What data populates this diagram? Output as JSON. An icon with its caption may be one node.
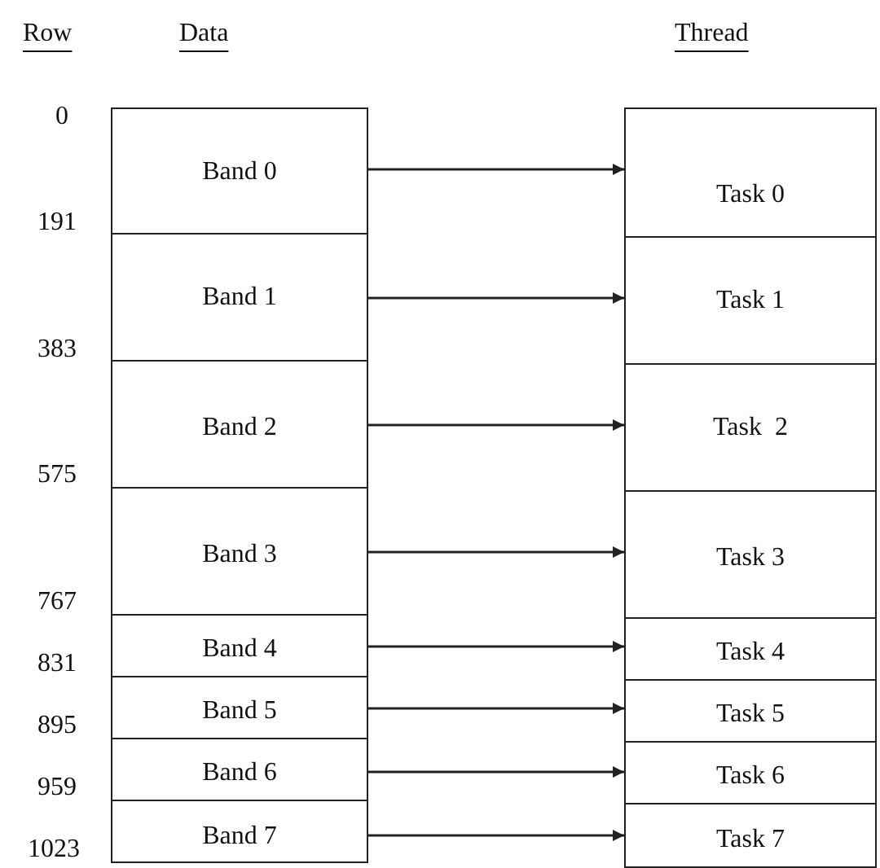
{
  "diagram": {
    "nodes": [
      {
        "text": [
          "Band 0"
        ]
      },
      {
        "text": [
          "Band 1"
        ]
      },
      {
        "text": [
          "Band 2"
        ]
      },
      {
        "text": [
          "Band 3"
        ]
      },
      {
        "text": [
          "Band 4"
        ]
      },
      {
        "text": [
          "Band 5"
        ]
      },
      {
        "text": [
          "Band 6"
        ]
      },
      {
        "text": [
          "Band 7"
        ]
      },
      {
        "text": [
          "Task 0"
        ]
      },
      {
        "text": [
          "Task 1"
        ]
      },
      {
        "text": [
          "Task  2"
        ]
      },
      {
        "text": [
          "Task 3"
        ]
      },
      {
        "text": [
          "Task 4"
        ]
      },
      {
        "text": [
          "Task 5"
        ]
      },
      {
        "text": [
          "Task 6"
        ]
      },
      {
        "text": [
          "Task 7"
        ]
      }
    ],
    "edges": [
      {
        "from": 0,
        "to": 8,
        "arrow": "to"
      },
      {
        "from": 1,
        "to": 9,
        "arrow": "to"
      },
      {
        "from": 2,
        "to": 10,
        "arrow": "to"
      },
      {
        "from": 3,
        "to": 11,
        "arrow": "to"
      },
      {
        "from": 4,
        "to": 12,
        "arrow": "to"
      },
      {
        "from": 5,
        "to": 13,
        "arrow": "to"
      },
      {
        "from": 6,
        "to": 14,
        "arrow": "to"
      },
      {
        "from": 7,
        "to": 15,
        "arrow": "to"
      }
    ],
    "labels": [
      "Row",
      "Data",
      "Thread",
      "0",
      "191",
      "383",
      "575",
      "767",
      "831",
      "895",
      "959",
      "1023"
    ]
  }
}
